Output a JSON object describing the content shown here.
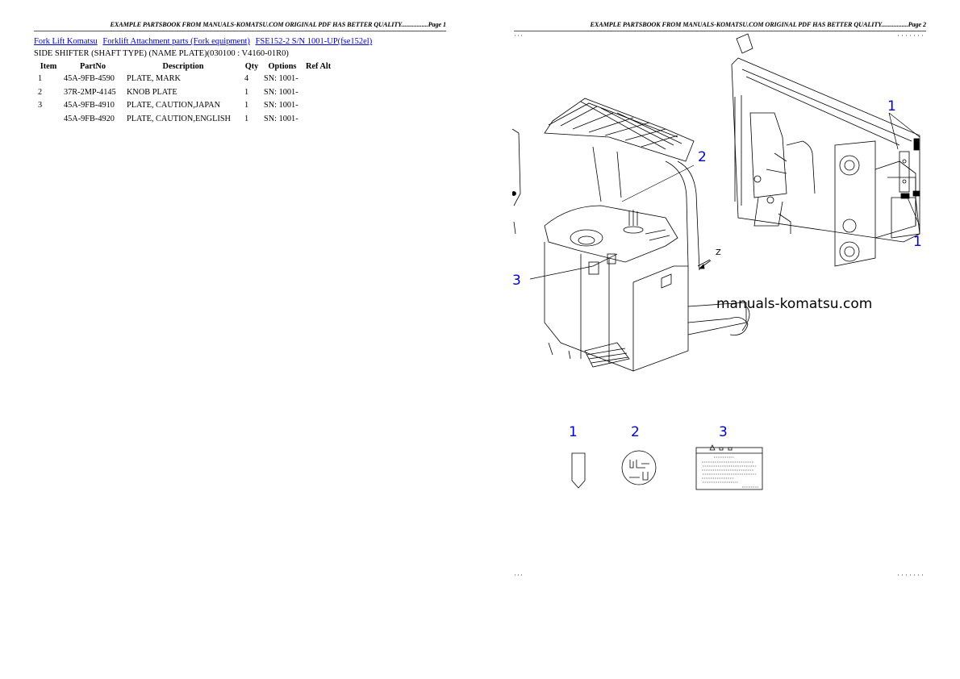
{
  "page1": {
    "header": "EXAMPLE PARTSBOOK FROM MANUALS-KOMATSU.COM ORIGINAL PDF HAS BETTER QUALITY.................Page 1",
    "breadcrumbs": [
      {
        "label": "Fork Lift Komatsu"
      },
      {
        "label": "Forklift Attachment parts (Fork equipment)"
      },
      {
        "label": "FSE152-2 S/N 1001-UP(fse152el)"
      }
    ],
    "subtitle": "SIDE SHIFTER (SHAFT TYPE) (NAME PLATE)(030100 : V4160-01R0)",
    "table": {
      "columns": [
        "Item",
        "PartNo",
        "Description",
        "Qty",
        "Options",
        "Ref Alt"
      ],
      "rows": [
        {
          "item": "1",
          "partno": "45A-9FB-4590",
          "description": "PLATE, MARK",
          "qty": "4",
          "options": "SN: 1001-",
          "refalt": ""
        },
        {
          "item": "2",
          "partno": "37R-2MP-4145",
          "description": "KNOB PLATE",
          "qty": "1",
          "options": "SN: 1001-",
          "refalt": ""
        },
        {
          "item": "3",
          "partno": "45A-9FB-4910",
          "description": "PLATE, CAUTION,JAPAN",
          "qty": "1",
          "options": "SN: 1001-",
          "refalt": ""
        },
        {
          "item": "",
          "partno": "45A-9FB-4920",
          "description": "PLATE, CAUTION,ENGLISH",
          "qty": "1",
          "options": "SN: 1001-",
          "refalt": ""
        }
      ]
    }
  },
  "page2": {
    "header": "EXAMPLE PARTSBOOK FROM MANUALS-KOMATSU.COM ORIGINAL PDF HAS BETTER QUALITY.................Page 2",
    "diagram": {
      "callouts": {
        "c1a": "1",
        "c1b": "1",
        "c2": "2",
        "c3": "3",
        "view_arrow": "Z",
        "legend1": "1",
        "legend2": "2",
        "legend3": "3"
      },
      "watermark": "manuals-komatsu.com",
      "colors": {
        "callout": "#0000cc",
        "line": "#000000"
      }
    }
  }
}
